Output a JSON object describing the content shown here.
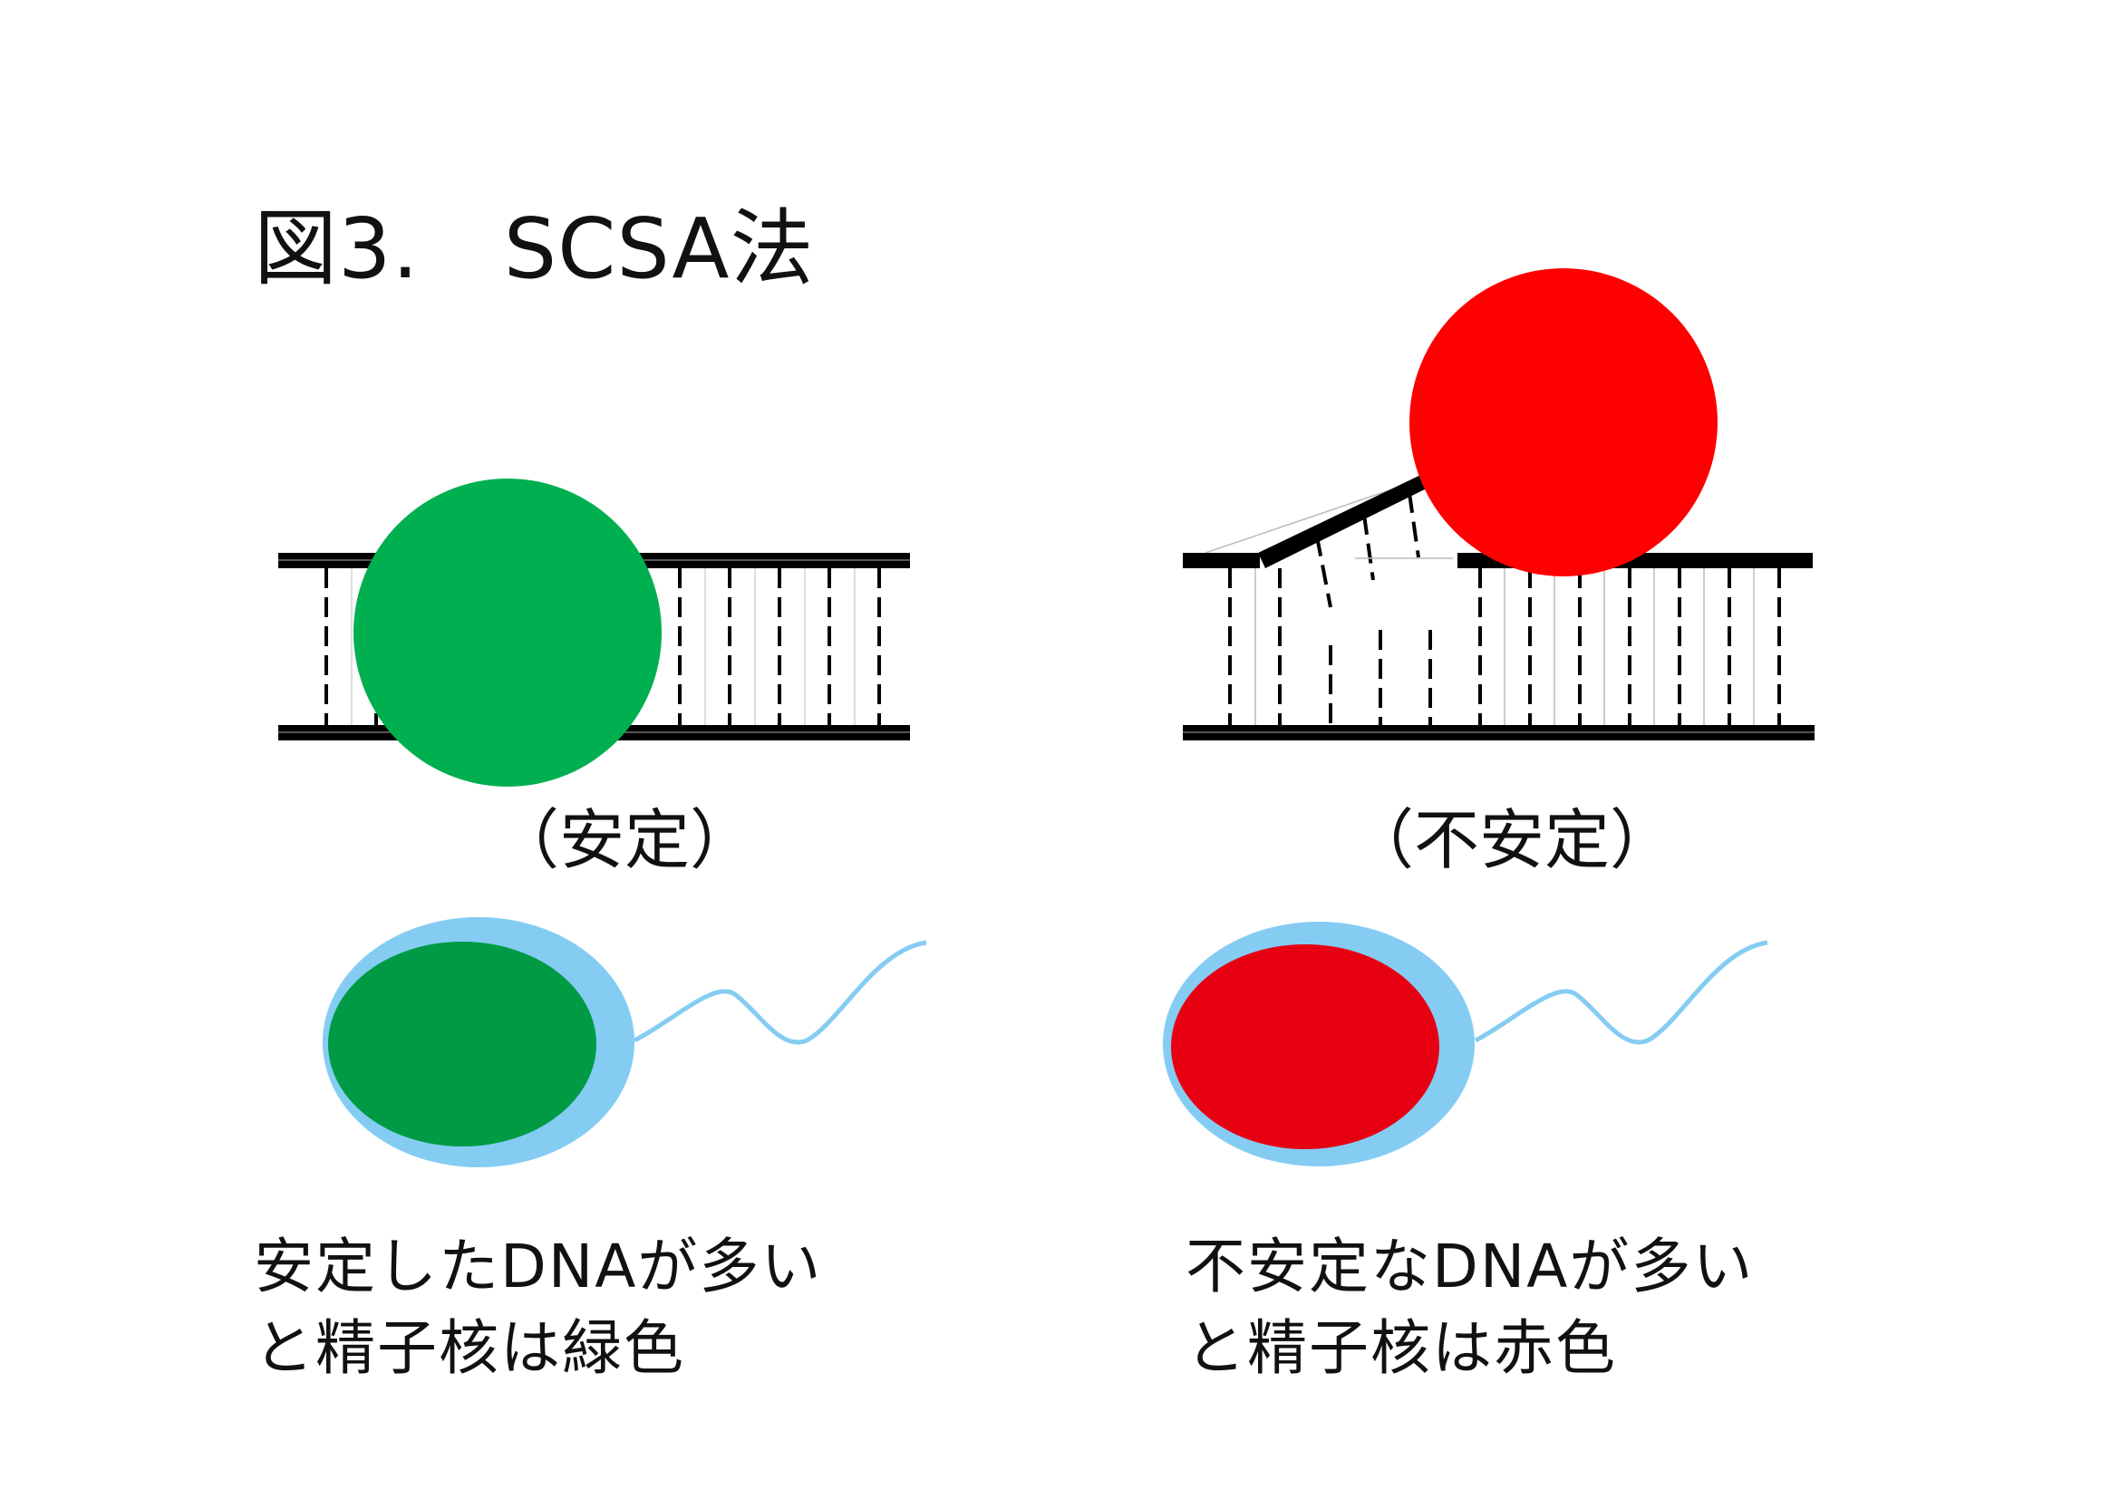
{
  "title": "図3.　SCSA法",
  "stable": {
    "label": "（安定）",
    "description_line1": "安定したDNAが多い",
    "description_line2": "と精子核は緑色",
    "dye_color": "#00AF50",
    "nucleus_color": "#009A44"
  },
  "unstable": {
    "label": "（不安定）",
    "description_line1": "不安定なDNAが多い",
    "description_line2": "と精子核は赤色",
    "dye_color": "#FF0000",
    "nucleus_color": "#E60012"
  },
  "colors": {
    "membrane": "#85CCF3",
    "strand": "#000000"
  }
}
